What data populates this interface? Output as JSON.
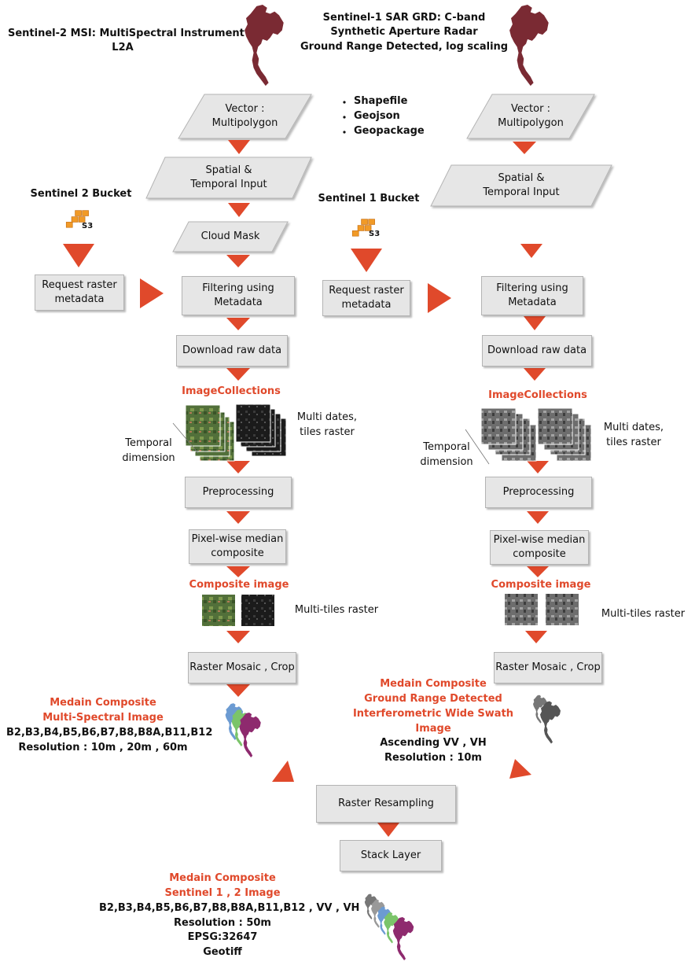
{
  "header": {
    "s2_title": "Sentinel-2 MSI: MultiSpectral Instrument",
    "s2_subtitle": "L2A",
    "s1_title_1": "Sentinel-1 SAR GRD: C-band",
    "s1_title_2": "Synthetic Aperture Radar",
    "s1_title_3": "Ground Range Detected, log scaling"
  },
  "vector_formats": [
    "Shapefile",
    "Geojson",
    "Geopackage"
  ],
  "left": {
    "vector_1": "Vector :",
    "vector_2": "Multipolygon",
    "spatial_1": "Spatial &",
    "spatial_2": "Temporal Input",
    "cloud_mask": "Cloud Mask",
    "bucket": "Sentinel 2 Bucket",
    "s3_label": "S3",
    "request_1": "Request raster",
    "request_2": "metadata",
    "filter_1": "Filtering using",
    "filter_2": "Metadata",
    "download": "Download raw data",
    "image_collections": "ImageCollections",
    "multi_dates_1": "Multi dates,",
    "multi_dates_2": "tiles raster",
    "temporal_1": "Temporal",
    "temporal_2": "dimension",
    "preprocessing": "Preprocessing",
    "pixel_1": "Pixel-wise median",
    "pixel_2": "composite",
    "composite": "Composite image",
    "multi_tiles": "Multi-tiles raster",
    "mosaic": "Raster Mosaic , Crop",
    "result_1": "Medain Composite",
    "result_2": "Multi-Spectral Image",
    "result_3": "B2,B3,B4,B5,B6,B7,B8,B8A,B11,B12",
    "result_4": "Resolution : 10m , 20m , 60m"
  },
  "right": {
    "vector_1": "Vector :",
    "vector_2": "Multipolygon",
    "spatial_1": "Spatial &",
    "spatial_2": "Temporal Input",
    "bucket": "Sentinel 1 Bucket",
    "s3_label": "S3",
    "request_1": "Request raster",
    "request_2": "metadata",
    "filter_1": "Filtering using",
    "filter_2": "Metadata",
    "download": "Download raw data",
    "image_collections": "ImageCollections",
    "multi_dates_1": "Multi dates,",
    "multi_dates_2": "tiles raster",
    "temporal_1": "Temporal",
    "temporal_2": "dimension",
    "preprocessing": "Preprocessing",
    "pixel_1": "Pixel-wise median",
    "pixel_2": "composite",
    "composite": "Composite image",
    "multi_tiles": "Multi-tiles raster",
    "mosaic": "Raster Mosaic , Crop",
    "result_1": "Medain Composite",
    "result_2": "Ground Range Detected",
    "result_3": "Interferometric Wide Swath",
    "result_4": "Image",
    "result_5": "Ascending VV , VH",
    "result_6": "Resolution : 10m"
  },
  "bottom": {
    "resampling": "Raster Resampling",
    "stack": "Stack Layer",
    "final_1": "Medain Composite",
    "final_2": "Sentinel 1 , 2 Image",
    "final_3": "B2,B3,B4,B5,B6,B7,B8,B8A,B11,B12 , VV , VH",
    "final_4": "Resolution : 50m",
    "final_5": "EPSG:32647",
    "final_6": "Geotiff"
  },
  "colors": {
    "arrow": "#e0492b",
    "highlight_text": "#e0492b",
    "box_fill": "#e6e6e6",
    "map_maroon": "#7a2a33",
    "s3_orange": "#f19a27"
  }
}
